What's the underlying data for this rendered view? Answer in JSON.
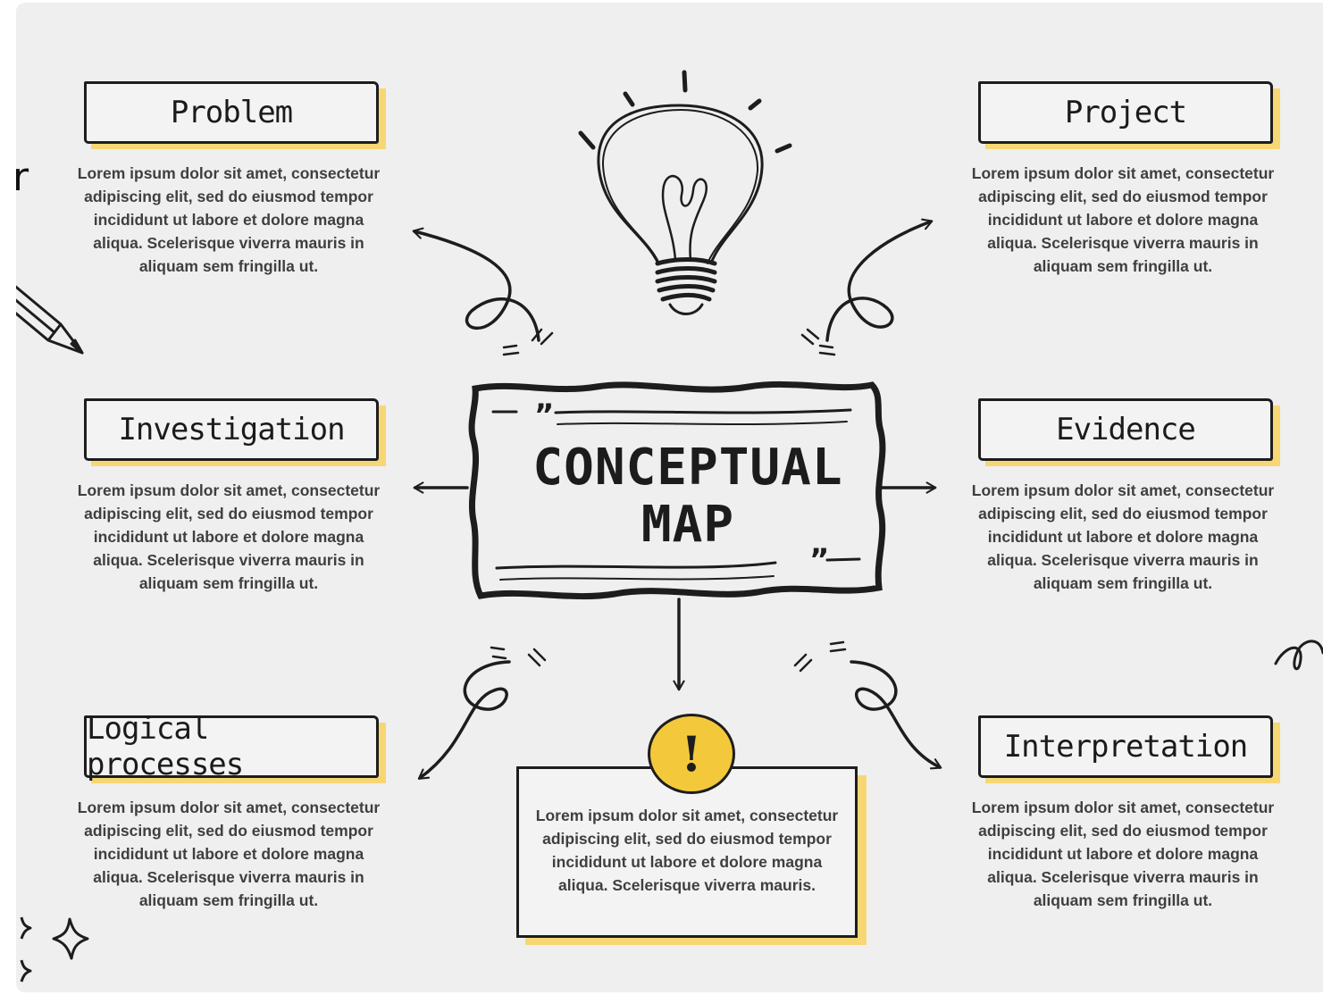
{
  "edge_fragment": "r",
  "central": {
    "line1": "CONCEPTUAL",
    "line2": "MAP",
    "open_quote": "”",
    "close_quote": "”"
  },
  "nodes": [
    {
      "title": "Problem",
      "body": "Lorem ipsum dolor sit amet, consectetur adipiscing elit, sed do eiusmod tempor incididunt ut labore et dolore magna aliqua. Scelerisque viverra mauris in aliquam sem fringilla ut."
    },
    {
      "title": "Project",
      "body": "Lorem ipsum dolor sit amet, consectetur adipiscing elit, sed do eiusmod tempor incididunt ut labore et dolore magna aliqua. Scelerisque viverra mauris in aliquam sem fringilla ut."
    },
    {
      "title": "Investigation",
      "body": "Lorem ipsum dolor sit amet, consectetur adipiscing elit, sed do eiusmod tempor incididunt ut labore et dolore magna aliqua. Scelerisque viverra mauris in aliquam sem fringilla ut."
    },
    {
      "title": "Evidence",
      "body": "Lorem ipsum dolor sit amet, consectetur adipiscing elit, sed do eiusmod tempor incididunt ut labore et dolore magna aliqua. Scelerisque viverra mauris in aliquam sem fringilla ut."
    },
    {
      "title": "Logical processes",
      "body": "Lorem ipsum dolor sit amet, consectetur adipiscing elit, sed do eiusmod tempor incididunt ut labore et dolore magna aliqua. Scelerisque viverra mauris in aliquam sem fringilla ut."
    },
    {
      "title": "Interpretation",
      "body": "Lorem ipsum dolor sit amet, consectetur adipiscing elit, sed do eiusmod tempor incididunt ut labore et dolore magna aliqua. Scelerisque viverra mauris in aliquam sem fringilla ut."
    }
  ],
  "bottom_card": {
    "icon_glyph": "!",
    "body": "Lorem ipsum dolor sit amet, consectetur adipiscing elit, sed do eiusmod tempor incididunt ut labore et dolore magna aliqua. Scelerisque viverra mauris."
  },
  "colors": {
    "background": "#efefef",
    "ink": "#1d1d1d",
    "highlight": "#f7d774",
    "badge": "#f3c93b",
    "body_text": "#3f3f3f"
  },
  "icons": [
    "lightbulb-icon",
    "pencil-icon",
    "sparkle-icon",
    "exclamation-icon",
    "swirl-arrow-icon",
    "squiggle-icon"
  ]
}
